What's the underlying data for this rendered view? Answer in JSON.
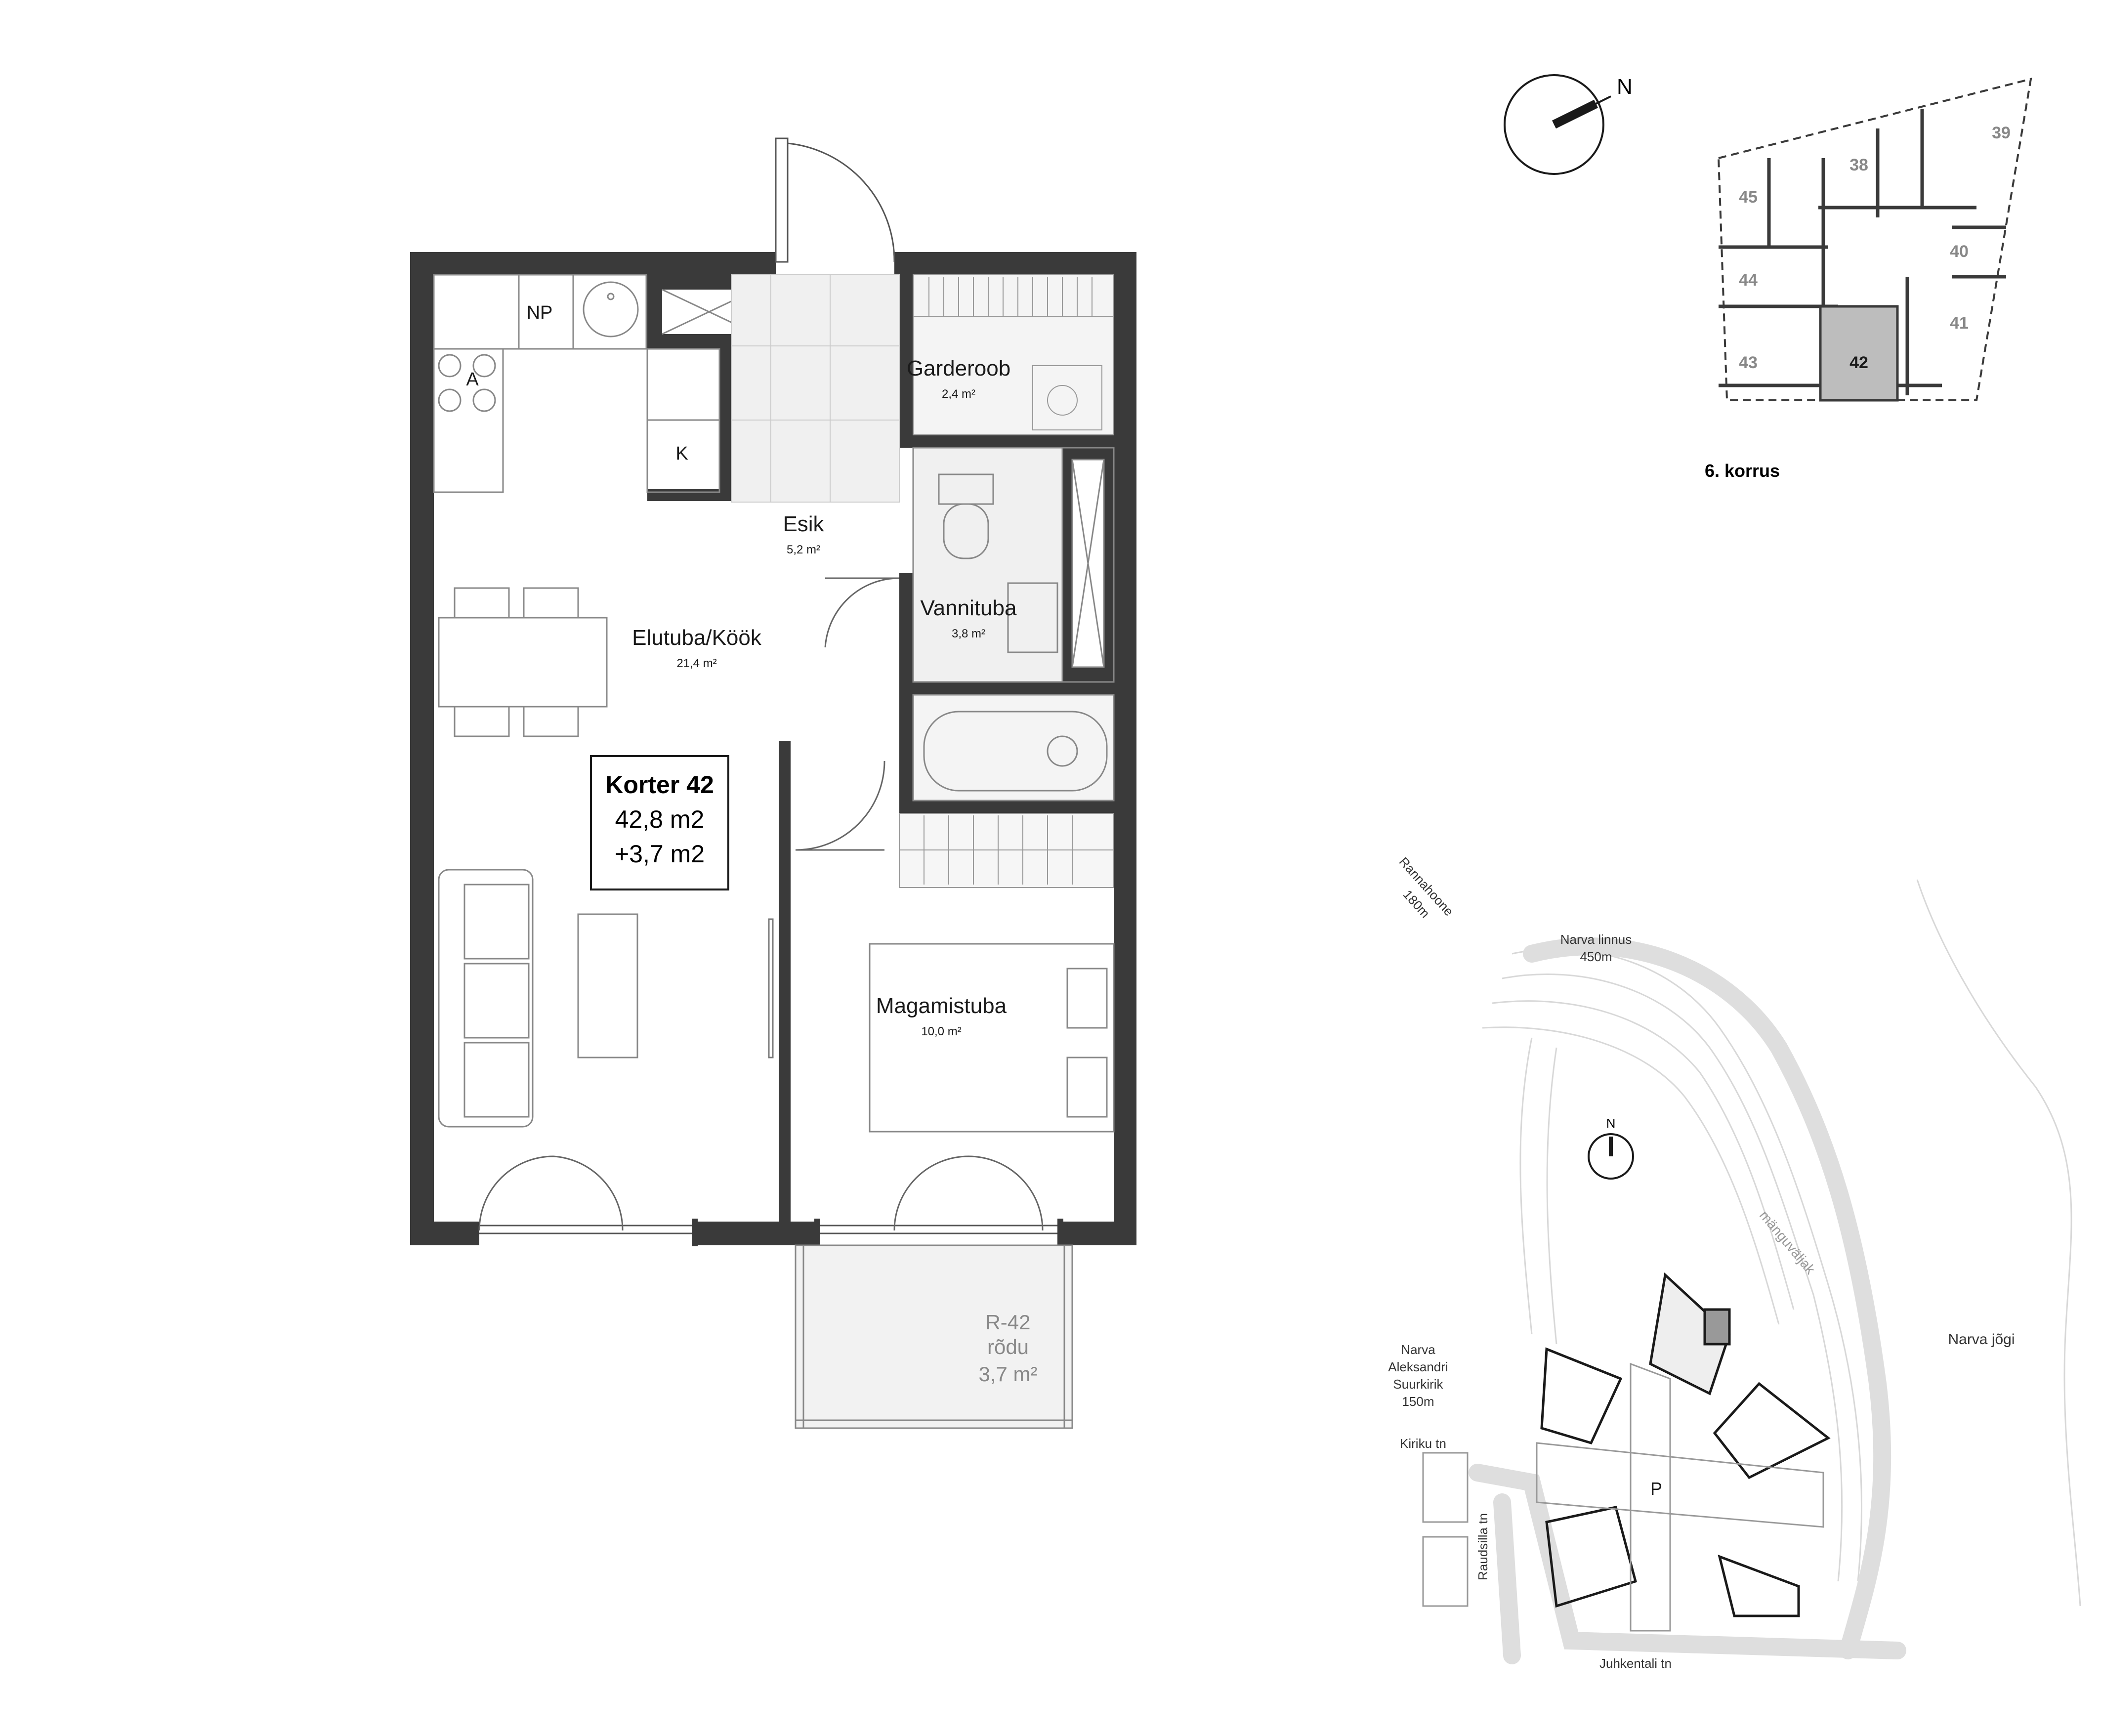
{
  "apartment": {
    "title": "Korter 42",
    "area": "42,8 m2",
    "balcony_area": "+3,7 m2"
  },
  "rooms": [
    {
      "key": "elutuba",
      "name": "Elutuba/Köök",
      "area": "21,4 m²"
    },
    {
      "key": "esik",
      "name": "Esik",
      "area": "5,2 m²"
    },
    {
      "key": "garderoob",
      "name": "Garderoob",
      "area": "2,4 m²"
    },
    {
      "key": "vannituba",
      "name": "Vannituba",
      "area": "3,8 m²"
    },
    {
      "key": "magamistuba",
      "name": "Magamistuba",
      "area": "10,0 m²"
    }
  ],
  "balcony": {
    "code": "R-42",
    "name": "rõdu",
    "area": "3,7 m²"
  },
  "fixtures": {
    "np": "NP",
    "a": "A",
    "k": "K"
  },
  "compass": {
    "label": "N"
  },
  "floor_plan": {
    "caption": "6. korrus",
    "units": [
      "39",
      "38",
      "45",
      "40",
      "44",
      "41",
      "43",
      "42"
    ],
    "highlighted": "42"
  },
  "site_map": {
    "north": "N",
    "labels": {
      "rannahoone": [
        "Rannahoone",
        "180m"
      ],
      "narva_linnus": [
        "Narva linnus",
        "450m"
      ],
      "manguvaljak": "mänguväljak",
      "narva_jogi": "Narva jõgi",
      "kirik": [
        "Narva",
        "Aleksandri",
        "Suurkirik",
        "150m"
      ],
      "kiriku_tn": "Kiriku tn",
      "raudsilla_tn": "Raudsilla tn",
      "juhkentali_tn": "Juhkentali tn",
      "parking": "P"
    }
  },
  "colors": {
    "wall": "#3a3a3a",
    "fixture": "#9a9a9a",
    "highlight": "#bdbdbd",
    "site_road": "#dedede"
  }
}
